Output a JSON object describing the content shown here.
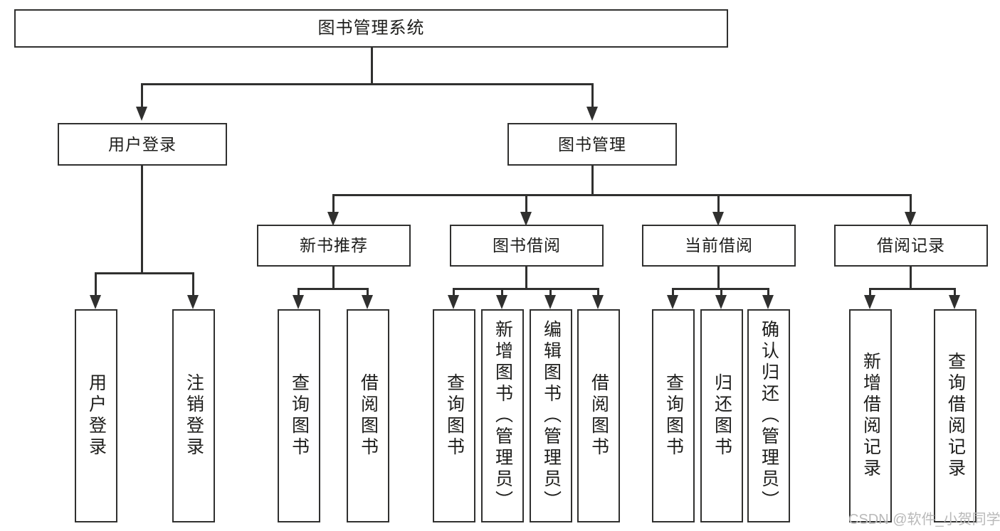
{
  "diagram": {
    "title": "图书管理系统",
    "type": "functional-decomposition-tree",
    "root": {
      "label": "图书管理系统"
    },
    "level2": [
      {
        "label": "用户登录"
      },
      {
        "label": "图书管理"
      }
    ],
    "level3": [
      {
        "label": "新书推荐"
      },
      {
        "label": "图书借阅"
      },
      {
        "label": "当前借阅"
      },
      {
        "label": "借阅记录"
      }
    ],
    "leaves": {
      "user_login": [
        {
          "label": "用户登录"
        },
        {
          "label": "注销登录"
        }
      ],
      "new_book_recommend": [
        {
          "label": "查询图书"
        },
        {
          "label": "借阅图书"
        }
      ],
      "book_borrow": [
        {
          "label": "查询图书"
        },
        {
          "label": "新增图书（管理员）"
        },
        {
          "label": "编辑图书（管理员）"
        },
        {
          "label": "借阅图书"
        }
      ],
      "current_borrow": [
        {
          "label": "查询图书"
        },
        {
          "label": "归还图书"
        },
        {
          "label": "确认归还（管理员）"
        }
      ],
      "borrow_record": [
        {
          "label": "新增借阅记录"
        },
        {
          "label": "查询借阅记录"
        }
      ]
    }
  },
  "watermark": {
    "text": "CSDN @软件_小贺同学",
    "color": "#b9b9b9"
  },
  "colors": {
    "box_border": "#30302f",
    "box_fill": "#ffffff",
    "text": "#1d1d1b",
    "connector": "#30302f",
    "background": "#ffffff"
  }
}
